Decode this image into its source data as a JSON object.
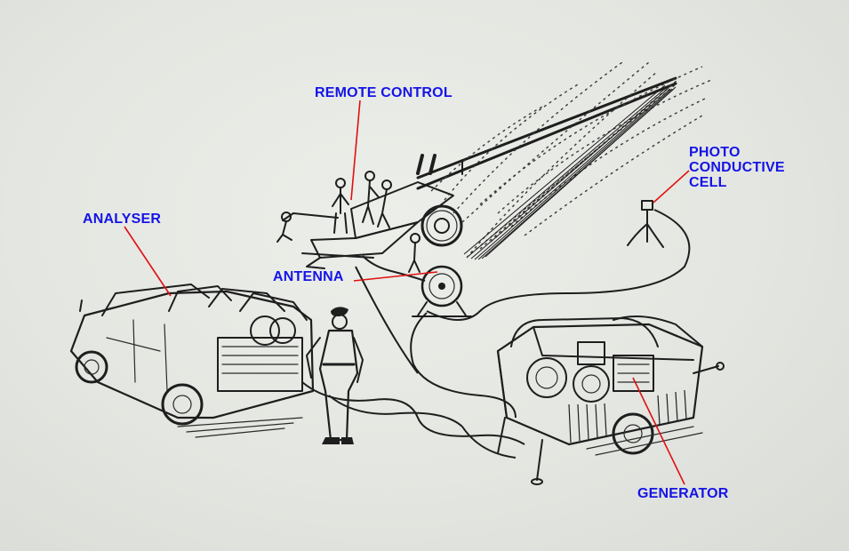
{
  "labels": {
    "remote_control": "REMOTE CONTROL",
    "photo_conductive_cell": [
      "PHOTO",
      "CONDUCTIVE",
      "CELL"
    ],
    "analyser": "ANALYSER",
    "antenna": "ANTENNA",
    "generator": "GENERATOR"
  },
  "colors": {
    "label_text": "#1414e6",
    "leader_line": "#e01010",
    "ink": "#1e1e1e",
    "paper": "#e6e8e3"
  }
}
